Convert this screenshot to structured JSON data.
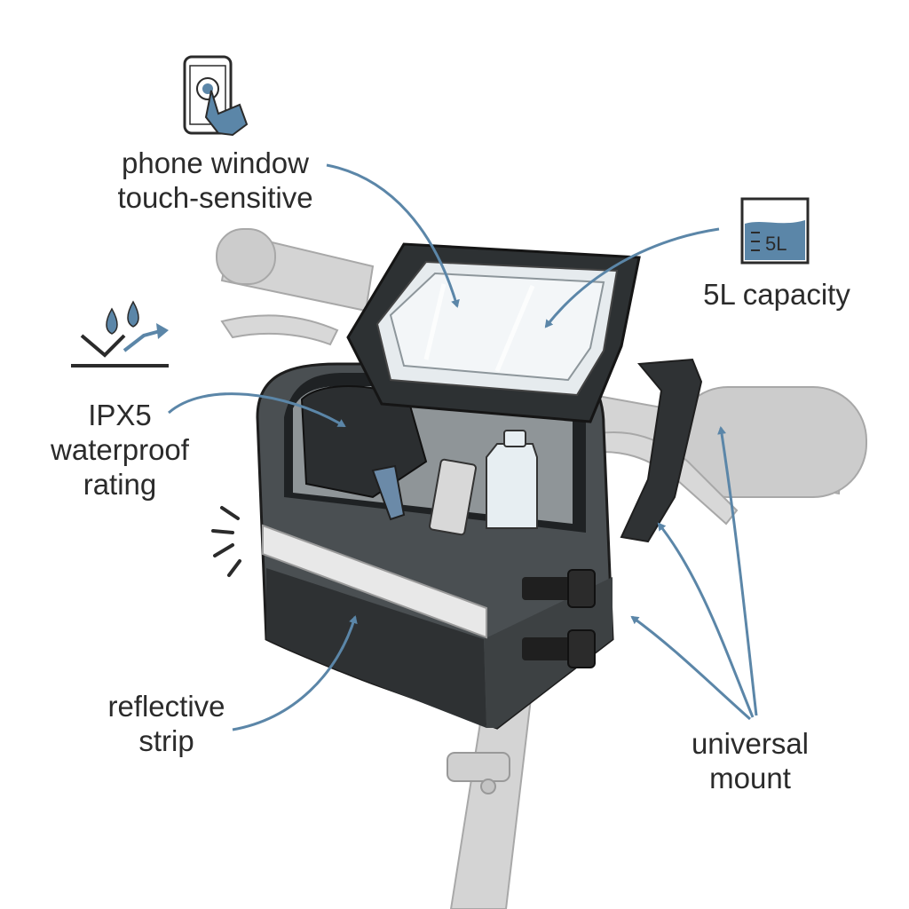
{
  "colors": {
    "accent": "#5b86a8",
    "outline": "#2b2b2b",
    "bag_body": "#4a4f52",
    "bag_bottom": "#2e3133",
    "handlebar": "#cfcfcf"
  },
  "callouts": {
    "phone_window": {
      "line1": "phone window",
      "line2": "touch-sensitive",
      "icon": "phone-touch-icon"
    },
    "capacity": {
      "text": "5L capacity",
      "icon_text": "5L",
      "icon": "beaker-icon"
    },
    "waterproof": {
      "line1": "IPX5",
      "line2": "waterproof",
      "line3": "rating",
      "icon": "water-repel-icon"
    },
    "reflective": {
      "line1": "reflective",
      "line2": "strip",
      "icon": "light-burst-icon"
    },
    "mount": {
      "line1": "universal",
      "line2": "mount"
    }
  }
}
